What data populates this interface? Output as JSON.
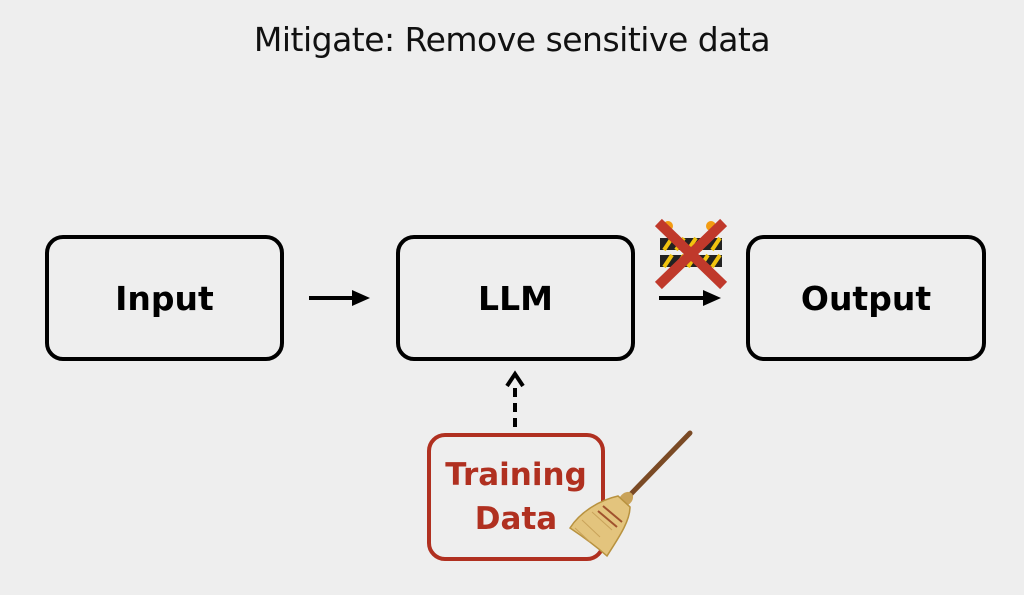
{
  "title": "Mitigate: Remove sensitive data",
  "nodes": {
    "input": "Input",
    "llm": "LLM",
    "output": "Output",
    "training_data": [
      "Training",
      "Data"
    ]
  },
  "edges": [
    {
      "from": "Input",
      "to": "LLM",
      "style": "solid"
    },
    {
      "from": "Training Data",
      "to": "LLM",
      "style": "dashed"
    },
    {
      "from": "LLM",
      "to": "Output",
      "style": "solid",
      "blocked": true
    }
  ],
  "icons": {
    "blocked": "barrier-crossed-out-icon",
    "cleanup": "broom-icon"
  },
  "colors": {
    "background": "#eeeeee",
    "box_border": "#000000",
    "training_data": "#b03020",
    "cross": "#c0392b"
  }
}
